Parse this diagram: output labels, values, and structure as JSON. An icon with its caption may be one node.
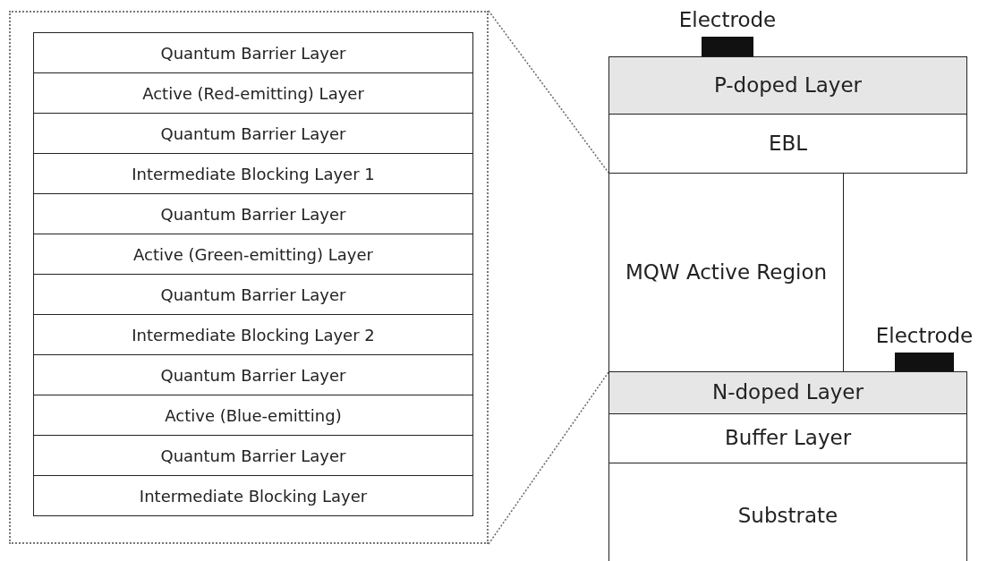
{
  "diagram": {
    "nodes": [
      {
        "text": [],
        "shape": "box"
      },
      {
        "text": [
          "Quantum Barrier Layer"
        ],
        "in": 0
      },
      {
        "text": [
          "Active (Red-emitting) Layer"
        ],
        "in": 0
      },
      {
        "text": [
          "Quantum Barrier Layer"
        ],
        "in": 0
      },
      {
        "text": [
          "Intermediate Blocking Layer 1"
        ],
        "in": 0
      },
      {
        "text": [
          "Quantum Barrier Layer"
        ],
        "in": 0
      },
      {
        "text": [
          "Active (Green-emitting) Layer"
        ],
        "in": 0
      },
      {
        "text": [
          "Quantum Barrier Layer"
        ],
        "in": 0
      },
      {
        "text": [
          "Intermediate Blocking Layer 2"
        ],
        "in": 0
      },
      {
        "text": [
          "Quantum Barrier Layer"
        ],
        "in": 0
      },
      {
        "text": [
          "Active (Blue-emitting)"
        ],
        "in": 0
      },
      {
        "text": [
          "Quantum Barrier Layer"
        ],
        "in": 0
      },
      {
        "text": [
          "Intermediate Blocking Layer"
        ],
        "in": 0
      },
      {
        "text": [
          "Electrode"
        ]
      },
      {
        "text": [
          "P-doped Layer"
        ]
      },
      {
        "text": [
          "EBL"
        ]
      },
      {
        "text": [
          "MQW Active Region"
        ]
      },
      {
        "text": [
          "Electrode"
        ]
      },
      {
        "text": [
          "N-doped Layer"
        ]
      },
      {
        "text": [
          "Buffer Layer"
        ]
      },
      {
        "text": [
          "Substrate"
        ]
      }
    ],
    "edges": [
      {
        "from": 0,
        "to": 16,
        "arrow": "none",
        "style": "dashed"
      },
      {
        "from": 0,
        "to": 16,
        "arrow": "none",
        "style": "dashed"
      }
    ]
  }
}
